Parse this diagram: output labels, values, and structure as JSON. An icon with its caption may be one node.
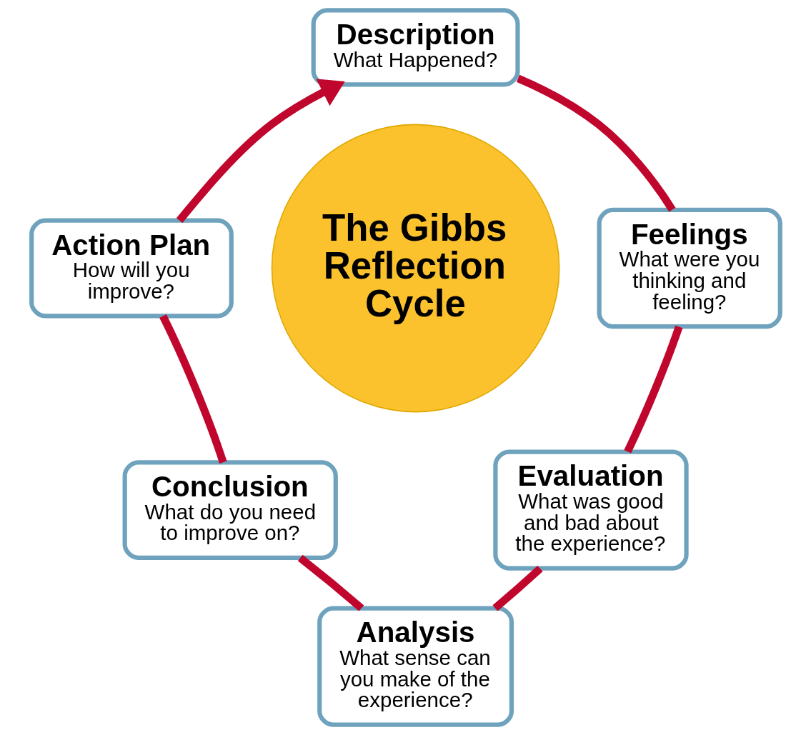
{
  "diagram": {
    "nodes": [
      {
        "text": [
          "Description",
          "What Happened?"
        ]
      },
      {
        "text": [
          "Feelings",
          "What were you thinking and feeling?"
        ]
      },
      {
        "text": [
          "Evaluation",
          "What was good and bad about the experience?"
        ]
      },
      {
        "text": [
          "Analysis",
          "What sense can you make of the experience?"
        ]
      },
      {
        "text": [
          "Conclusion",
          "What do you need to improve on?"
        ]
      },
      {
        "text": [
          "Action Plan",
          "How will you improve?"
        ]
      },
      {
        "text": [
          "The Gibbs Reflection Cycle"
        ]
      }
    ],
    "edges": [
      {
        "from": 0,
        "to": 1,
        "arrow": "none"
      },
      {
        "from": 1,
        "to": 2,
        "arrow": "none"
      },
      {
        "from": 2,
        "to": 3,
        "arrow": "none"
      },
      {
        "from": 3,
        "to": 4,
        "arrow": "none"
      },
      {
        "from": 4,
        "to": 5,
        "arrow": "none"
      },
      {
        "from": 5,
        "to": 0,
        "arrow": "to"
      }
    ]
  }
}
